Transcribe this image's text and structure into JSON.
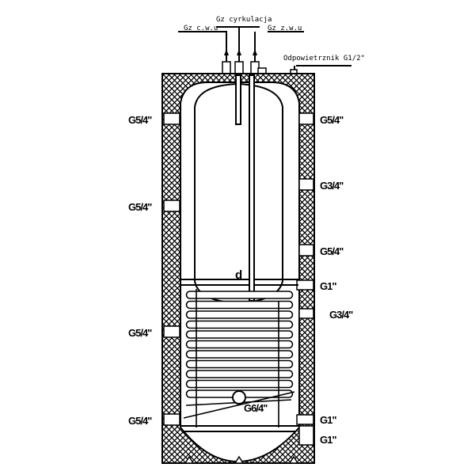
{
  "top_labels": {
    "cwu": "Gz c.w.u",
    "circulation": "Gz cyrkulacja",
    "zwu": "Gz z.w.u",
    "vent": "Odpowietrznik G1/2\""
  },
  "left_ports": [
    "G5/4\"",
    "G5/4\"",
    "G5/4\"",
    "G5/4\""
  ],
  "right_ports": [
    "G5/4\"",
    "G3/4\"",
    "G5/4\"",
    "G1\"",
    "G3/4\"",
    "G1\"",
    "G1\""
  ],
  "diameter_label": "d",
  "anode_port": "G6/4\""
}
